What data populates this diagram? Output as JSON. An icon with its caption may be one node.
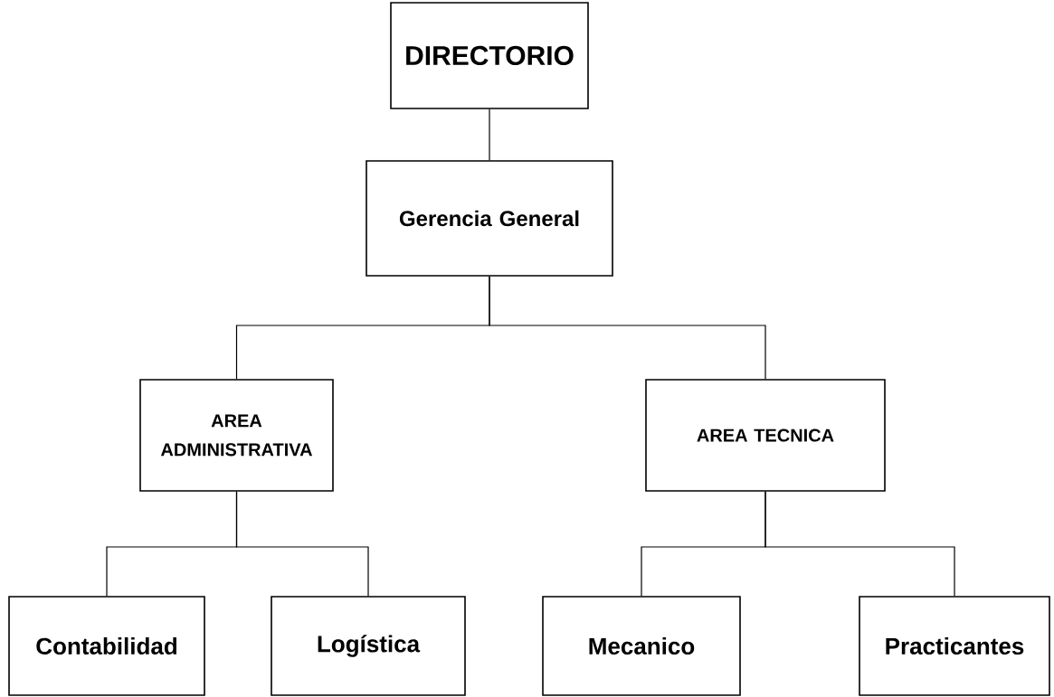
{
  "diagram": {
    "nodes": [
      {
        "text": [
          "DIRECTORIO"
        ]
      },
      {
        "text": [
          "Gerencia General"
        ]
      },
      {
        "text": [
          "AREA ADMINISTRATIVA"
        ]
      },
      {
        "text": [
          "AREA TECNICA"
        ]
      },
      {
        "text": [
          "Contabilidad"
        ]
      },
      {
        "text": [
          "Logística"
        ]
      },
      {
        "text": [
          "Mecanico"
        ]
      },
      {
        "text": [
          "Practicantes"
        ]
      }
    ],
    "edges": [
      {
        "from": 0,
        "to": 1,
        "arrow": "none"
      },
      {
        "from": 1,
        "to": 2,
        "arrow": "none"
      },
      {
        "from": 1,
        "to": 3,
        "arrow": "none"
      },
      {
        "from": 2,
        "to": 4,
        "arrow": "none"
      },
      {
        "from": 2,
        "to": 5,
        "arrow": "none"
      },
      {
        "from": 3,
        "to": 6,
        "arrow": "none"
      },
      {
        "from": 3,
        "to": 7,
        "arrow": "none"
      }
    ]
  }
}
